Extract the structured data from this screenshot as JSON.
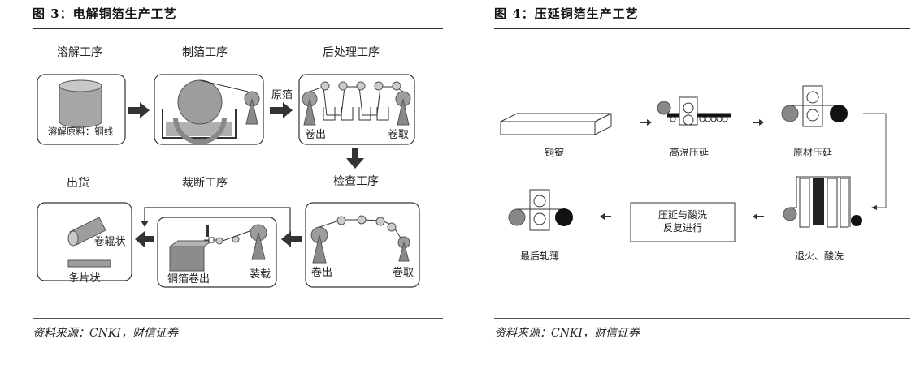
{
  "left": {
    "title": "图 3：电解铜箔生产工艺",
    "source": "资料来源：CNKI，财信证券",
    "labels": {
      "dissolve": "溶解工序",
      "foil_making": "制箔工序",
      "post_process": "后处理工序",
      "raw_foil": "原箔",
      "raw_material": "溶解原料：铜线",
      "unwind_top": "卷出",
      "rewind_top": "卷取",
      "inspection": "检查工序",
      "slitting": "裁断工序",
      "shipping": "出货",
      "roll_form": "卷辊状",
      "sheet_form": "条片状",
      "foil_unwind": "铜箔卷出",
      "loading": "装载",
      "unwind_bottom": "卷出",
      "rewind_bottom": "卷取"
    }
  },
  "right": {
    "title": "图 4：压延铜箔生产工艺",
    "source": "资料来源：CNKI，财信证券",
    "labels": {
      "ingot": "铜锭",
      "hot_rolling": "高温压延",
      "raw_rolling": "原材压延",
      "annealing": "退火、酸洗",
      "rolling_pickling_line1": "压延与酸洗",
      "rolling_pickling_line2": "反复进行",
      "final_rolling": "最后轧薄"
    }
  }
}
